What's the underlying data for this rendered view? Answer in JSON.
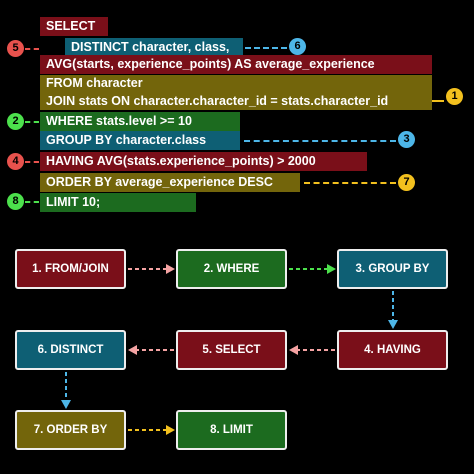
{
  "code": {
    "select": "SELECT",
    "distinct": "DISTINCT character, class,",
    "avg": "AVG(starts, experience_points) AS average_experience",
    "from": "FROM character",
    "join": "JOIN stats ON character.character_id = stats.character_id",
    "where": "WHERE stats.level >= 10",
    "group_by": "GROUP BY character.class",
    "having": "HAVING AVG(stats.experience_points) > 2000",
    "order_by": "ORDER BY average_experience DESC",
    "limit": "LIMIT 10;"
  },
  "badges": {
    "n1": "1",
    "n2": "2",
    "n3": "3",
    "n4": "4",
    "n5": "5",
    "n6": "6",
    "n7": "7",
    "n8": "8"
  },
  "flow": {
    "from_join": "1. FROM/JOIN",
    "where": "2. WHERE",
    "group_by": "3. GROUP BY",
    "having": "4. HAVING",
    "select": "5. SELECT",
    "distinct": "6. DISTINCT",
    "order_by": "7. ORDER BY",
    "limit": "8. LIMIT"
  },
  "colors": {
    "red": "#7a0f19",
    "green": "#1c6b1f",
    "blue": "#0e5f74",
    "olive": "#73650b",
    "yellow_accent": "#f2c01e",
    "blue_accent": "#4db6e8",
    "red_accent": "#e8524d",
    "green_accent": "#4ce04c",
    "pink_arrow": "#f4a3a3"
  }
}
